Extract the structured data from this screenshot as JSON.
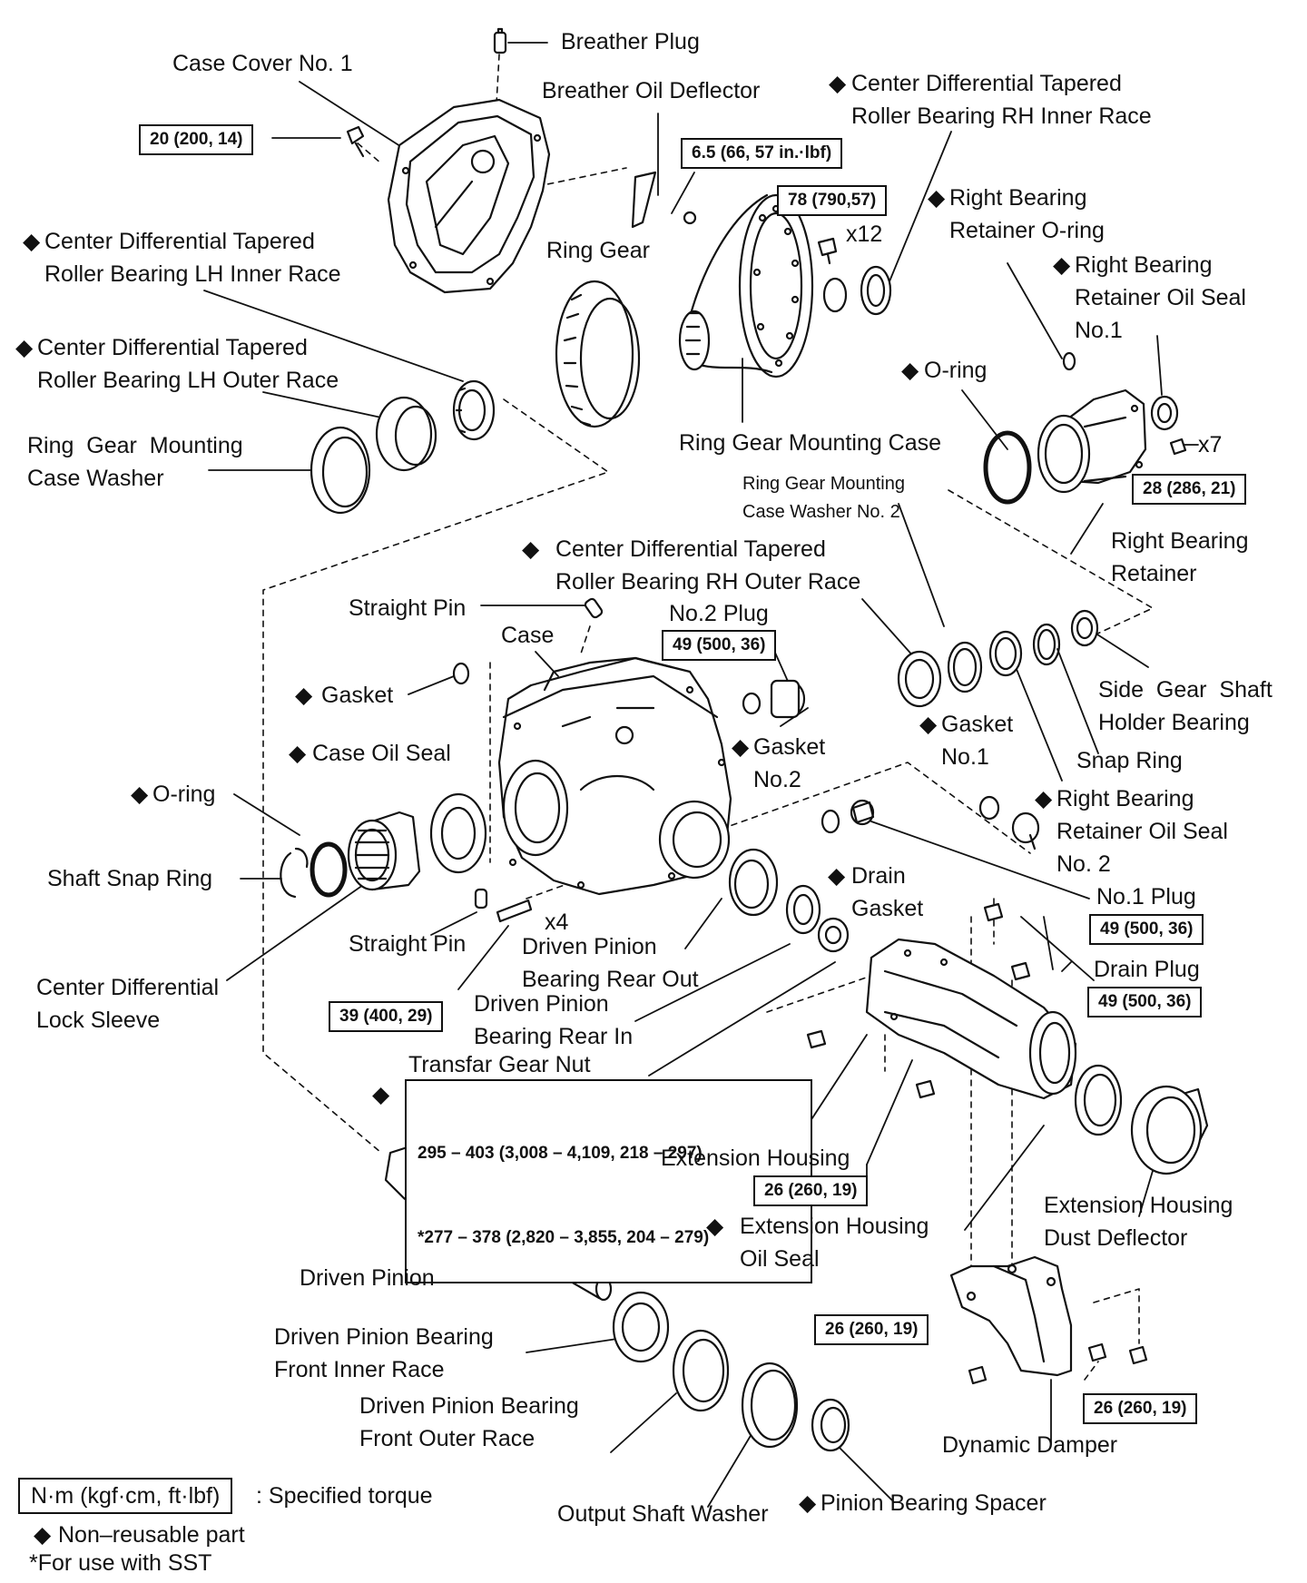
{
  "diamond": "◆",
  "labels": {
    "breather_plug": "Breather Plug",
    "case_cover_no1": "Case Cover No. 1",
    "breather_oil_deflector": "Breather Oil Deflector",
    "cd_rh_inner_race": "Center Differential Tapered\nRoller Bearing RH Inner Race",
    "right_bearing_retainer_oring": "Right Bearing\nRetainer O-ring",
    "right_bearing_retainer_oil_seal_no1": "Right Bearing\nRetainer Oil Seal\nNo.1",
    "ring_gear": "Ring Gear",
    "cd_lh_inner_race": "Center Differential Tapered\nRoller Bearing LH Inner Race",
    "cd_lh_outer_race": "Center Differential Tapered\nRoller Bearing LH Outer Race",
    "ring_gear_mounting_case_washer": "Ring  Gear  Mounting\nCase Washer",
    "o_ring_upper": "O-ring",
    "ring_gear_mounting_case": "Ring Gear Mounting Case",
    "ring_gear_mounting_case_washer_no2": "Ring Gear Mounting\nCase Washer No. 2",
    "right_bearing_retainer": "Right Bearing\nRetainer",
    "cd_rh_outer_race": "Center Differential Tapered\nRoller Bearing RH Outer Race",
    "straight_pin_upper": "Straight Pin",
    "no2_plug": "No.2 Plug",
    "case": "Case",
    "side_gear_shaft_holder_bearing": "Side  Gear  Shaft\nHolder Bearing",
    "gasket_left": "Gasket",
    "gasket_no1": "Gasket\nNo.1",
    "snap_ring": "Snap Ring",
    "case_oil_seal": "Case Oil Seal",
    "gasket_no2": "Gasket\nNo.2",
    "o_ring_left": "O-ring",
    "right_bearing_retainer_oil_seal_no2": "Right Bearing\nRetainer Oil Seal\nNo. 2",
    "shaft_snap_ring": "Shaft Snap Ring",
    "drain_gasket": "Drain\nGasket",
    "no1_plug": "No.1 Plug",
    "straight_pin_lower": "Straight Pin",
    "driven_pinion_bearing_rear_out": "Driven Pinion\nBearing Rear Out",
    "center_differential_lock_sleeve": "Center Differential\nLock Sleeve",
    "drain_plug": "Drain Plug",
    "driven_pinion_bearing_rear_in": "Driven Pinion\nBearing Rear In",
    "transfar_gear_nut": "Transfar Gear Nut",
    "extension_housing": "Extension Housing",
    "extension_housing_dust_deflector": "Extension Housing\nDust Deflector",
    "extension_housing_oil_seal": "Extension Housing\nOil Seal",
    "driven_pinion": "Driven Pinion",
    "driven_pinion_bearing_front_inner_race": "Driven Pinion Bearing\nFront Inner Race",
    "driven_pinion_bearing_front_outer_race": "Driven Pinion Bearing\nFront Outer Race",
    "dynamic_damper": "Dynamic Damper",
    "output_shaft_washer": "Output Shaft Washer",
    "pinion_bearing_spacer": "Pinion Bearing Spacer"
  },
  "multipliers": {
    "x12": "x12",
    "x7": "x7",
    "x4": "x4"
  },
  "torques": {
    "case_cover": "20 (200, 14)",
    "deflector": "6.5 (66, 57 in.·lbf)",
    "ring_gear_bolts": "78 (790,57)",
    "retainer_bolts": "28 (286, 21)",
    "no2_plug": "49 (500, 36)",
    "no1_plug": "49 (500, 36)",
    "drain_plug": "49 (500, 36)",
    "straight_pin_studs": "39 (400, 29)",
    "transfar_nut_line1": "295 – 403 (3,008 – 4,109, 218 – 297)",
    "transfar_nut_line2": "*277 – 378 (2,820 – 3,855, 204 – 279)",
    "extension_housing": "26 (260, 19)",
    "damper_left": "26 (260, 19)",
    "damper_right": "26 (260, 19)"
  },
  "legend": {
    "unit_box": "N·m (kgf·cm, ft·lbf)",
    "unit_desc": ": Specified torque",
    "non_reusable": "Non–reusable part",
    "sst_note": "*For use with SST"
  }
}
